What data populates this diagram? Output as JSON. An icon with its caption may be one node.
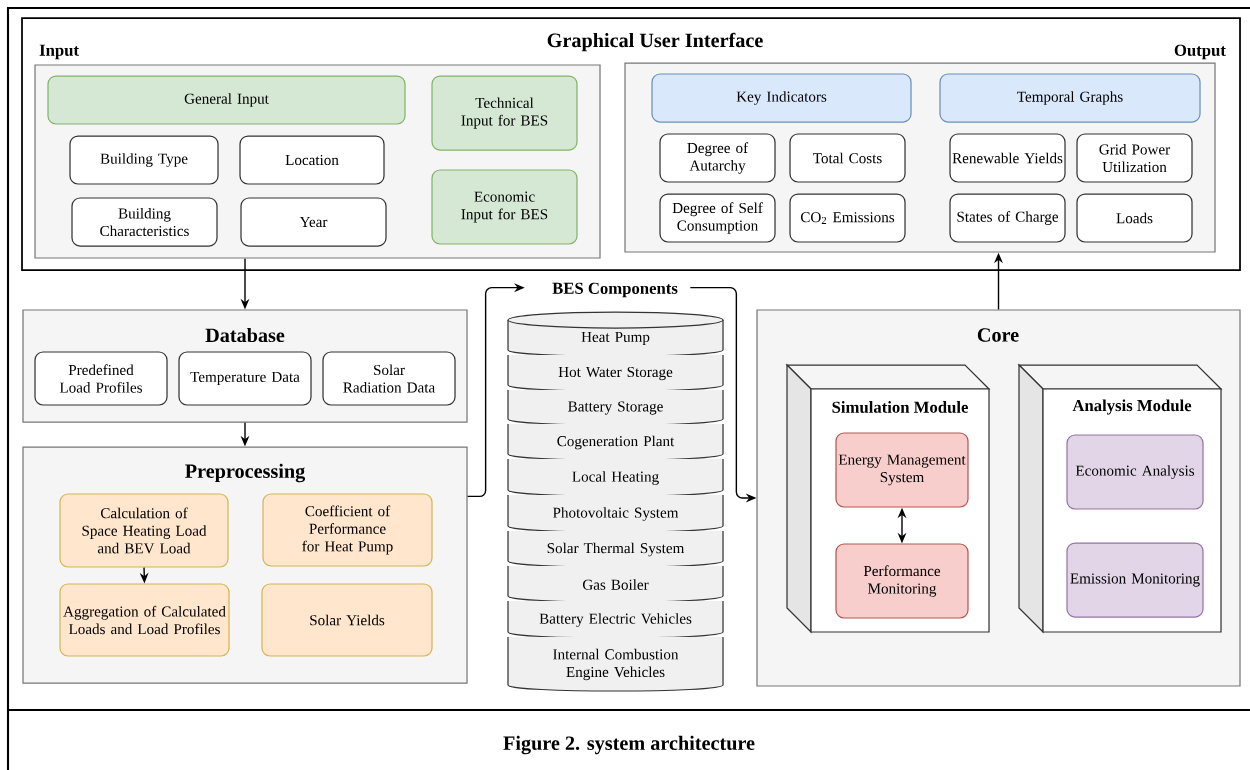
{
  "diagram": {
    "caption": "Figure 2. system architecture",
    "nodes": [
      {
        "text": [
          "Graphical User Interface"
        ]
      },
      {
        "text": [
          "Input"
        ],
        "in": 0
      },
      {
        "text": [
          "General Input"
        ],
        "in": 1
      },
      {
        "text": [
          "Building Type"
        ],
        "in": 1
      },
      {
        "text": [
          "Location"
        ],
        "in": 1
      },
      {
        "text": [
          "Building Characteristics"
        ],
        "in": 1
      },
      {
        "text": [
          "Year"
        ],
        "in": 1
      },
      {
        "text": [
          "Technical Input for BES"
        ],
        "in": 1
      },
      {
        "text": [
          "Economic Input for BES"
        ],
        "in": 1
      },
      {
        "text": [
          "Output"
        ],
        "in": 0
      },
      {
        "text": [
          "Key Indicators"
        ],
        "in": 9
      },
      {
        "text": [
          "Temporal Graphs"
        ],
        "in": 9
      },
      {
        "text": [
          "Degree of Autarchy"
        ],
        "in": 9
      },
      {
        "text": [
          "Total Costs"
        ],
        "in": 9
      },
      {
        "text": [
          "Renewable Yields"
        ],
        "in": 9
      },
      {
        "text": [
          "Grid Power Utilization"
        ],
        "in": 9
      },
      {
        "text": [
          "Degree of Self Consumption"
        ],
        "in": 9
      },
      {
        "text": [
          "CO$_{2}$ Emissions"
        ],
        "in": 9
      },
      {
        "text": [
          "States of Charge"
        ],
        "in": 9
      },
      {
        "text": [
          "Loads"
        ],
        "in": 9
      },
      {
        "text": [
          "Database"
        ]
      },
      {
        "text": [
          "Predefined Load Profiles"
        ],
        "in": 20
      },
      {
        "text": [
          "Temperature Data"
        ],
        "in": 20
      },
      {
        "text": [
          "Solar Radiation Data"
        ],
        "in": 20
      },
      {
        "text": [
          "Preprocessing"
        ]
      },
      {
        "text": [
          "Calculation of Space Heating Load and BEV Load"
        ],
        "in": 24
      },
      {
        "text": [
          "Coefficient of Performance for Heat Pump"
        ],
        "in": 24
      },
      {
        "text": [
          "Aggregation of Calculated Loads and Load Profiles"
        ],
        "in": 24
      },
      {
        "text": [
          "Solar Yields"
        ],
        "in": 24
      },
      {
        "text": [
          "BES Components"
        ]
      },
      {
        "text": [
          "Heat Pump"
        ]
      },
      {
        "text": [
          "Hot Water Storage"
        ]
      },
      {
        "text": [
          "Battery Storage"
        ]
      },
      {
        "text": [
          "Cogeneration Plant"
        ]
      },
      {
        "text": [
          "Local Heating"
        ]
      },
      {
        "text": [
          "Photovoltaic System"
        ]
      },
      {
        "text": [
          "Solar Thermal System"
        ]
      },
      {
        "text": [
          "Gas Boiler"
        ]
      },
      {
        "text": [
          "Battery Electric Vehicles"
        ]
      },
      {
        "text": [
          "Internal Combustion Engine Vehicles"
        ]
      },
      {
        "text": [
          "Core"
        ]
      },
      {
        "text": [
          "Simulation Module"
        ],
        "in": 40
      },
      {
        "text": [
          "Energy Management System"
        ],
        "in": 41
      },
      {
        "text": [
          "Performance Monitoring"
        ],
        "in": 41
      },
      {
        "text": [
          "Analysis Module"
        ],
        "in": 40
      },
      {
        "text": [
          "Economic Analysis"
        ],
        "in": 44
      },
      {
        "text": [
          "Emission Monitoring"
        ],
        "in": 44
      }
    ],
    "edges": [
      {
        "from": 1,
        "to": 20,
        "arrow": "to"
      },
      {
        "from": 20,
        "to": 24,
        "arrow": "to"
      },
      {
        "from": 24,
        "to": 29,
        "arrow": "to"
      },
      {
        "from": 29,
        "to": 40,
        "arrow": "to"
      },
      {
        "from": 40,
        "to": 9,
        "arrow": "to"
      },
      {
        "from": 25,
        "to": 27,
        "arrow": "to"
      },
      {
        "from": 42,
        "to": 43,
        "arrow": "both"
      }
    ]
  }
}
